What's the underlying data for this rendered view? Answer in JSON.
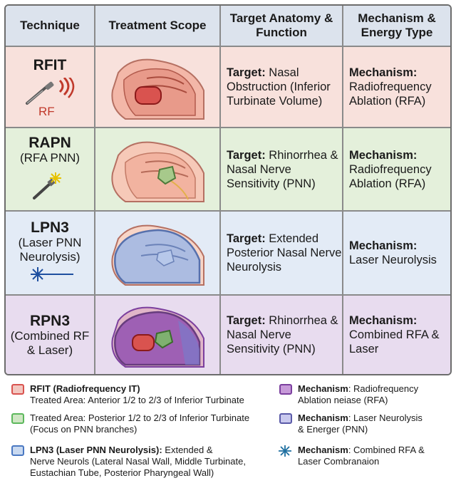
{
  "header": {
    "technique": "Technique",
    "scope": "Treatment Scope",
    "target": "Target Anatomy & Function",
    "mechanism": "Mechanism & Energy Type"
  },
  "rows": [
    {
      "name": "RFIT",
      "sub": "",
      "icon_label": "RF",
      "icon": "rf-probe-icon",
      "target_label": "Target:",
      "target_text": "Nasal Obstruction (Inferior Turbinate Volume)",
      "mech_label": "Mechanism:",
      "mech_text": "Radiofrequency Ablation (RFA)"
    },
    {
      "name": "RAPN",
      "sub": "(RFA PNN)",
      "icon": "rfa-spark-probe-icon",
      "target_label": "Target:",
      "target_text": "Rhinorrhea & Nasal Nerve Sensitivity (PNN)",
      "mech_label": "Mechanism:",
      "mech_text": "Radiofrequency Ablation (RFA)"
    },
    {
      "name": "LPN3",
      "sub": "(Laser PNN Neurolysis)",
      "icon": "laser-burst-icon",
      "target_label": "Target:",
      "target_text": "Extended Posterior Nasal Nerve Neurolysis",
      "mech_label": "Mechanism:",
      "mech_text": "Laser Neurolysis"
    },
    {
      "name": "RPN3",
      "sub": "(Combined RF & Laser)",
      "target_label": "Target:",
      "target_text": "Rhinorrhea & Nasal Nerve Sensitivity (PNN)",
      "mech_label": "Mechanism:",
      "mech_text": "Combined RFA & Laser"
    }
  ],
  "legend": {
    "left": [
      {
        "bold": "RFIT (Radiofrequency IT)",
        "line1": "",
        "line2": "Treated Area: Anterior 1/2 to 2/3 of Inferior Turbinate",
        "color": "#f2c7c0",
        "border": "#d9534f"
      },
      {
        "bold": "",
        "line1": "Treated Area: Posterior 1/2 to 2/3 of Inferior Turbinate",
        "line2": "(Focus on PNN branches)",
        "color": "#cfe6c4",
        "border": "#5cb85c"
      },
      {
        "bold": "LPN3 (Laser PNN Neurolysis):",
        "line1": " Extended &",
        "line2": "Nerve Neurols (Lateral Nasal Wall, Middle Turbinate,",
        "line3": "Eustachian Tube, Posterior Pharyngeal Wall)",
        "color": "#c9d9f0",
        "border": "#4a78c2"
      }
    ],
    "right": [
      {
        "bold": "Mechanism",
        "line1": ": Radiofrequency",
        "line2": "Ablation neiase (RFA)",
        "color": "#c79ad9",
        "border": "#7b3f9e"
      },
      {
        "bold": "Mechanism",
        "line1": ": Laser Neurolysis",
        "line2": "& Energer (PNN)",
        "color": "#c9c9ee",
        "border": "#5a5aa8"
      },
      {
        "bold": "Mechanism",
        "line1": ": Combined RFA &",
        "line2": "Laser Combranaion",
        "icon": "laser-burst-icon"
      }
    ]
  }
}
